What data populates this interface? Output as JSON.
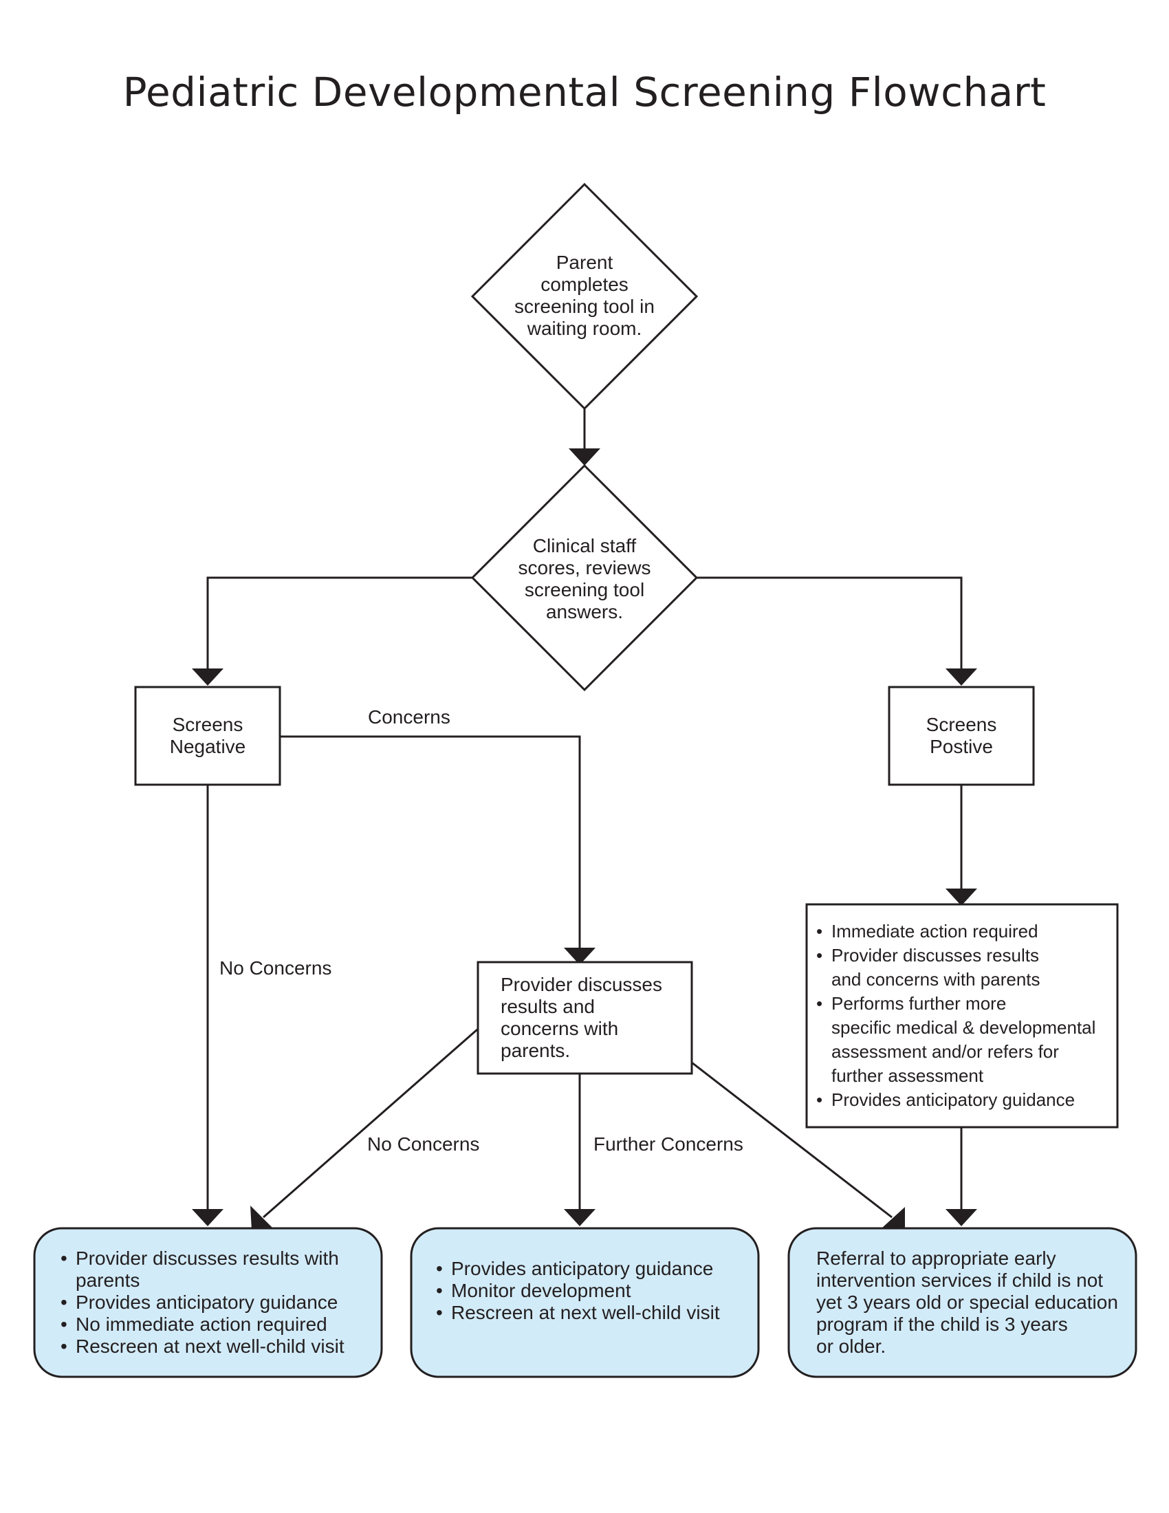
{
  "title": "Pediatric Developmental Screening Flowchart",
  "nodes": {
    "parent_completes": "Parent\ncompletes\nscreening tool in\nwaiting room.",
    "clinical_staff": "Clinical staff\nscores, reviews\nscreening tool\nanswers.",
    "screens_negative": "Screens\nNegative",
    "screens_positive": "Screens\nPostive",
    "provider_discusses": "Provider discusses\nresults and\nconcerns with\nparents.",
    "positive_actions": [
      "Immediate action required",
      "Provider discusses results\nand concerns with parents",
      "Performs further more\nspecific medical & developmental\nassessment and/or refers for\nfurther assessment",
      "Provides anticipatory guidance"
    ]
  },
  "edge_labels": {
    "concerns": "Concerns",
    "no_concerns_left": "No Concerns",
    "no_concerns_mid": "No Concerns",
    "further_concerns": "Further Concerns"
  },
  "outcomes": {
    "left": [
      "Provider discusses results with\nparents",
      "Provides anticipatory guidance",
      "No immediate action required",
      "Rescreen at next well-child visit"
    ],
    "middle": [
      "Provides anticipatory guidance",
      "Monitor development",
      "Rescreen at next well-child visit"
    ],
    "right": "Referral to appropriate early\nintervention services if child is not\nyet 3 years old or special education\nprogram if the child is 3 years\nor older."
  },
  "colors": {
    "line": "#231f20",
    "outcome_fill": "#d2ebf8",
    "box_fill": "#ffffff"
  }
}
